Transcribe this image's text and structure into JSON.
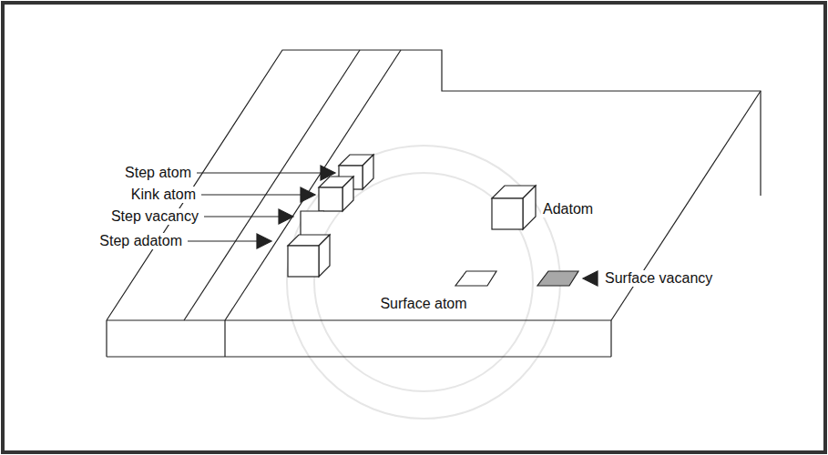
{
  "diagram": {
    "labels": [
      "Step atom",
      "Kink atom",
      "Step vacancy",
      "Step adatom",
      "Adatom",
      "Surface atom",
      "Surface vacancy"
    ]
  }
}
